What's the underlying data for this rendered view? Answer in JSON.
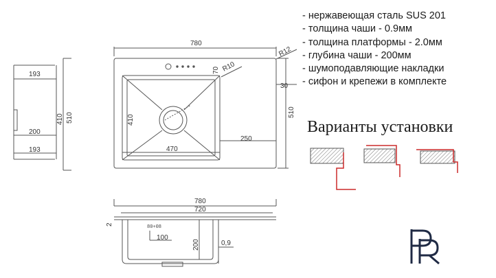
{
  "specs": {
    "items": [
      "- нержавеющая сталь SUS 201",
      "- толщина чаши - 0.9мм",
      "- толщина платформы - 2.0мм",
      "- глубина чаши - 200мм",
      "- шумоподавляющие накладки",
      "- сифон и крепежи в комплекте"
    ]
  },
  "install_variants": {
    "title": "Варианты установки"
  },
  "side_view": {
    "dims": {
      "top": "193",
      "middle": "200",
      "bottom": "193",
      "inner_height": "410",
      "outer_height": "510"
    }
  },
  "top_view": {
    "dims": {
      "width": "780",
      "corner_radius": "R12",
      "bowl_radius": "R10",
      "tap_offset": "70",
      "rim": "30",
      "bowl_width": "470",
      "drainboard": "250",
      "bowl_height": "410",
      "height": "510"
    }
  },
  "front_view": {
    "dims": {
      "width": "780",
      "inner_width": "720",
      "platform": "2",
      "outlet": "80+08",
      "offset": "100",
      "depth": "200",
      "wall": "0,9"
    }
  },
  "colors": {
    "line": "#555555",
    "accent": "#cc2a2a",
    "hatch": "#777777",
    "logo": "#1f2a44"
  }
}
